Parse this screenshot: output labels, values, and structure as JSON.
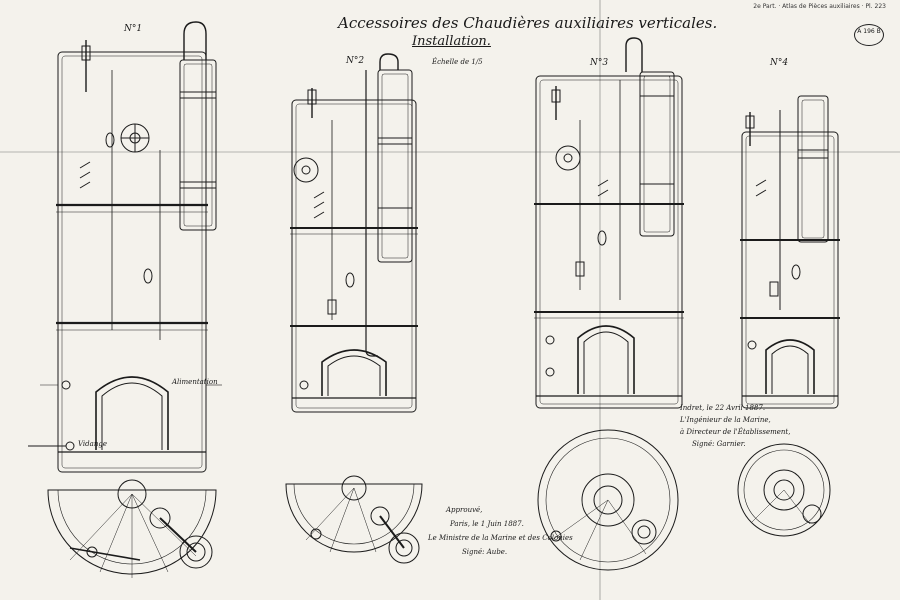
{
  "header": {
    "title": "Accessoires des Chaudières auxiliaires verticales.",
    "subtitle": "Installation.",
    "ref": "2e Part. · Atlas de Pièces auxiliaires · Pl. 223",
    "plate_badge": "A 196 B"
  },
  "drawings": [
    {
      "number": "N°1"
    },
    {
      "number": "N°2",
      "scale": "Échelle de 1/5"
    },
    {
      "number": "N°3"
    },
    {
      "number": "N°4"
    }
  ],
  "approval": {
    "heading": "Approuvé,",
    "date": "Paris, le 1 Juin 1887.",
    "line": "Le Ministre de la Marine et des Colonies",
    "signature": "Signé: Aube."
  },
  "engineer_note": {
    "line1": "Indret, le 22 Avril 1887.",
    "line2": "L'Ingénieur de la Marine,",
    "line3": "à Directeur de l'Établissement,",
    "signature": "Signé: Garnier."
  },
  "callouts": {
    "vidange": "Vidange",
    "alimentation": "Alimentation"
  }
}
